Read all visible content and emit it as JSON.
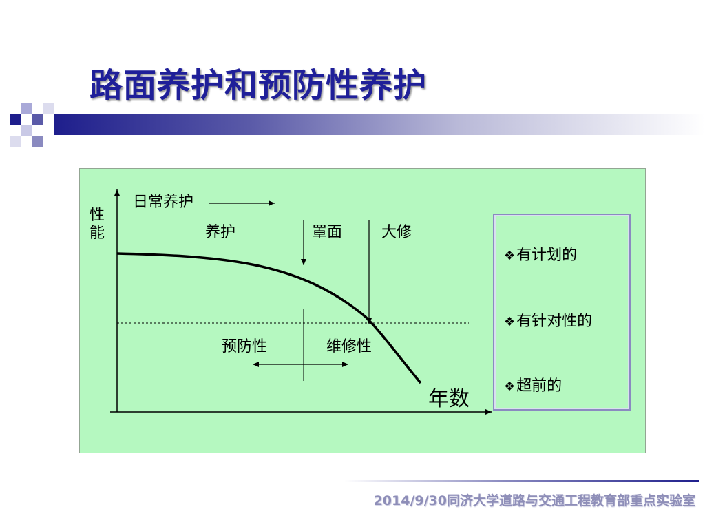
{
  "slide": {
    "title": "路面养护和预防性养护",
    "footer": "2014/9/30同济大学道路与交通工程教育部重点实验室"
  },
  "diagram": {
    "y_axis_label": "性能",
    "x_axis_label": "年数",
    "routine_label": "日常养护",
    "maintenance_label": "养护",
    "overlay_label": "罩面",
    "overhaul_label": "大修",
    "preventive_label": "预防性",
    "corrective_label": "维修性"
  },
  "features": {
    "bullet": "❖",
    "items": [
      "有计划的",
      "有针对性的",
      "超前的"
    ]
  },
  "colors": {
    "title": "#1f1f99",
    "panel_background": "#b5f8c0",
    "footer_text": "#8e8eb8"
  }
}
